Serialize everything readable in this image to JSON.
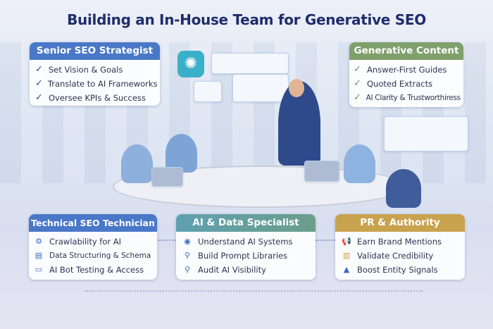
{
  "title": "Building an In-House Team for Generative SEO",
  "cards": {
    "strategist": {
      "title": "Senior SEO Strategist",
      "items": [
        "Set Vision & Goals",
        "Translate to AI Frameworks",
        "Oversee KPIs & Success"
      ],
      "color": "#4a78c8"
    },
    "content": {
      "title": "Generative Content",
      "items": [
        "Answer-First Guides",
        "Quoted Extracts",
        "AI Clarity & Trustworthiress"
      ],
      "color": "#7f9f6b"
    },
    "technical": {
      "title": "Technical SEO Technician",
      "items": [
        "Crawlability for AI",
        "Data Structuring & Schema",
        "AI Bot Testing & Access"
      ],
      "color": "#4a78c8"
    },
    "ai_data": {
      "title": "AI & Data Specialist",
      "items": [
        "Understand AI Systems",
        "Build Prompt Libraries",
        "Audit AI Visibility"
      ],
      "color": "#5f9ea8"
    },
    "pr": {
      "title": "PR & Authority",
      "items": [
        "Earn Brand Mentions",
        "Validate Credibility",
        "Boost Entity Signals"
      ],
      "color": "#c9a24e"
    }
  }
}
